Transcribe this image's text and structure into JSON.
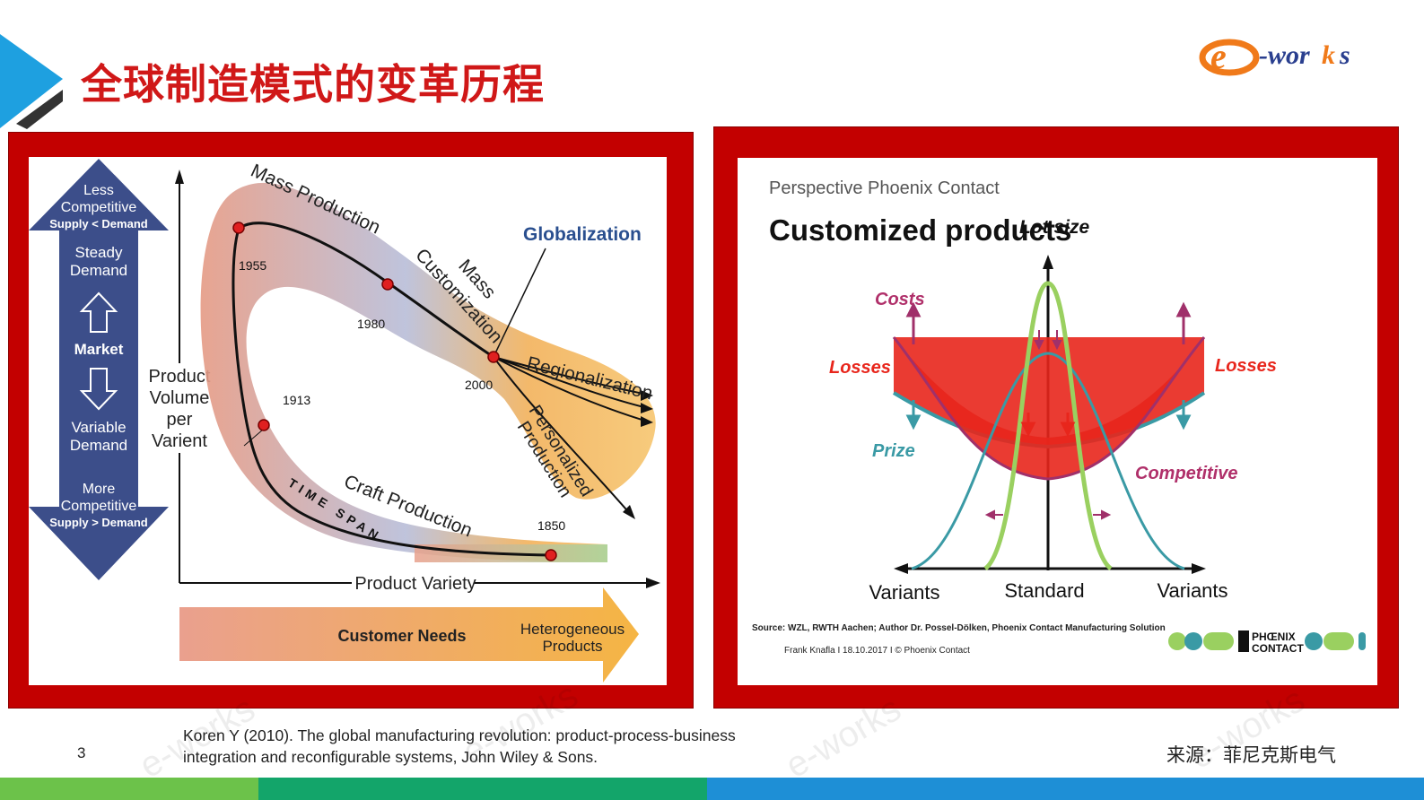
{
  "slide": {
    "title": "全球制造模式的变革历程",
    "page_number": "3",
    "citation_line1": "Koren Y (2010). The global manufacturing revolution: product-process-business",
    "citation_line2": "integration and reconfigurable systems, John Wiley  & Sons.",
    "source": "来源：菲尼克斯电气",
    "logo_text": "e-works",
    "watermark": "e-works"
  },
  "colors": {
    "title": "#d01818",
    "frame": "#c30000",
    "accent_blue": "#1ea0e0",
    "bottom_green": "#6cc24a",
    "bottom_blue": "#1e8fd6"
  },
  "left_figure": {
    "axis_arrow": {
      "top_line1": "Less",
      "top_line2": "Competitive",
      "top_line3": "Supply < Demand",
      "steady1": "Steady",
      "steady2": "Demand",
      "market": "Market",
      "variable1": "Variable",
      "variable2": "Demand",
      "bottom_line1": "More",
      "bottom_line2": "Competitive",
      "bottom_line3": "Supply > Demand"
    },
    "y_label_1": "Product",
    "y_label_2": "Volume",
    "y_label_3": "per",
    "y_label_4": "Varient",
    "x_label": "Product Variety",
    "mass_production": "Mass Production",
    "mass_customization_1": "Mass",
    "mass_customization_2": "Customization",
    "globalization": "Globalization",
    "regionalization": "Regionalization",
    "personalized_1": "Personalized",
    "personalized_2": "Production",
    "craft_production": "Craft Production",
    "time_span": "TIME SPAN",
    "year_1955": "1955",
    "year_1980": "1980",
    "year_2000": "2000",
    "year_1913": "1913",
    "year_1850": "1850",
    "customer_needs": "Customer Needs",
    "heterogeneous_1": "Heterogeneous",
    "heterogeneous_2": "Products"
  },
  "right_figure": {
    "perspective": "Perspective Phoenix Contact",
    "title": "Customized products",
    "lot_size": "Lot size",
    "costs": "Costs",
    "losses_left": "Losses",
    "losses_right": "Losses",
    "prize": "Prize",
    "competitive": "Competitive",
    "x_left": "Variants",
    "x_center": "Standard",
    "x_right": "Variants",
    "source_line": "Source: WZL, RWTH Aachen; Author Dr. Possel-Dölken, Phoenix Contact Manufacturing Solution",
    "author_line": "Frank Knafla I 18.10.2017  I © Phoenix Contact",
    "logo_line1": "PHŒNIX",
    "logo_line2": "CONTACT"
  }
}
